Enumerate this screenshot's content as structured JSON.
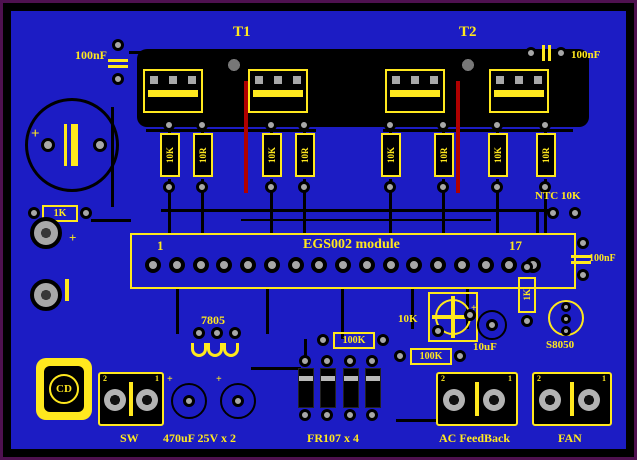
{
  "colors": {
    "board": "#1c1cc4",
    "silk": "#ffe81e",
    "border": "#4f1150",
    "trace_red": "#b00000"
  },
  "silkscreen": {
    "t1": "T1",
    "t2": "T2",
    "cap_top_left": "100nF",
    "cap_top_right": "100nF",
    "cap_mid_right": "100nF",
    "res_1k_left": "1K",
    "res_1k_right": "1K",
    "ntc": "NTC 10K",
    "module": {
      "pin_first": "1",
      "name": "EGS002 module",
      "pin_last": "17"
    },
    "regulator": "7805",
    "res_100k_a": "100K",
    "res_100k_b": "100K",
    "pot": "10K",
    "cap_10uf": "10uF",
    "transistor": "S8050",
    "logo": "CD",
    "plus": "+",
    "caps_bottom": "470uF 25V x 2",
    "diodes": "FR107 x 4",
    "connectors": {
      "sw": {
        "label": "SW",
        "pin2": "2",
        "pin1": "1"
      },
      "ac": {
        "label": "AC FeedBack",
        "pin2": "2",
        "pin1": "1"
      },
      "fan": {
        "label": "FAN",
        "pin2": "2",
        "pin1": "1"
      }
    }
  },
  "resistor_bank": [
    "10K",
    "10R",
    "10K",
    "10R",
    "10K",
    "10R",
    "10K",
    "10R"
  ]
}
